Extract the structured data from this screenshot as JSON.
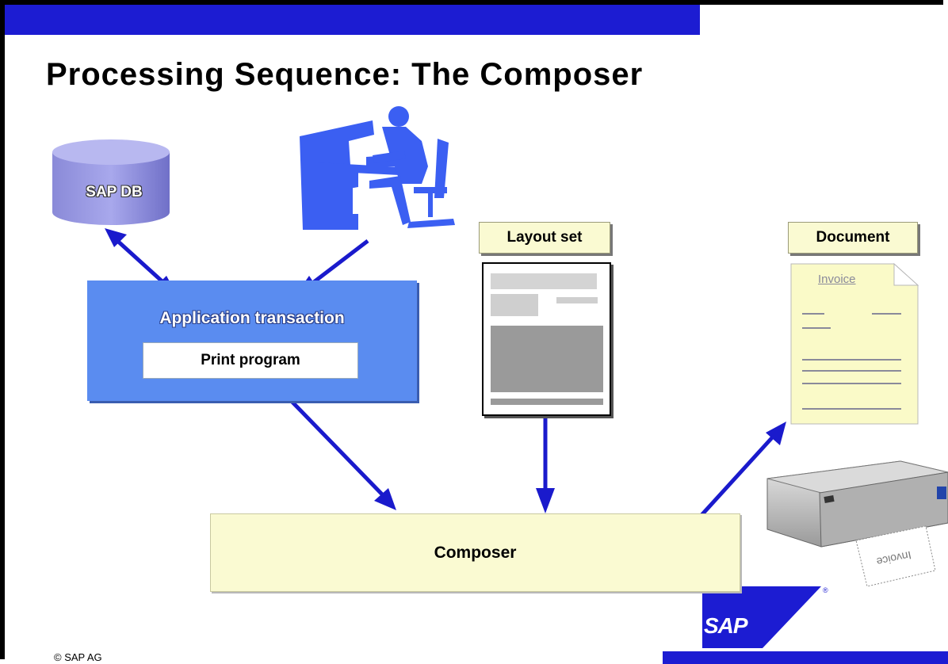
{
  "title": "Processing Sequence: The Composer",
  "copyright": "©  SAP AG",
  "nodes": {
    "database": "SAP DB",
    "application": "Application transaction",
    "print_program": "Print program",
    "layout_set": "Layout set",
    "document": "Document",
    "composer": "Composer",
    "invoice": "Invoice",
    "printer_paper": "Invoice"
  },
  "logo": "SAP",
  "colors": {
    "bar": "#1c1cd2",
    "arrow": "#1a1acc",
    "application_box": "#5a8cf0",
    "composer_box": "#fafad2",
    "document_page": "#fafac8",
    "database": "#9a9ae0",
    "user_silhouette": "#3b5ff2"
  },
  "icons": [
    "database-icon",
    "user-at-computer-icon",
    "printer-icon",
    "sap-logo"
  ]
}
